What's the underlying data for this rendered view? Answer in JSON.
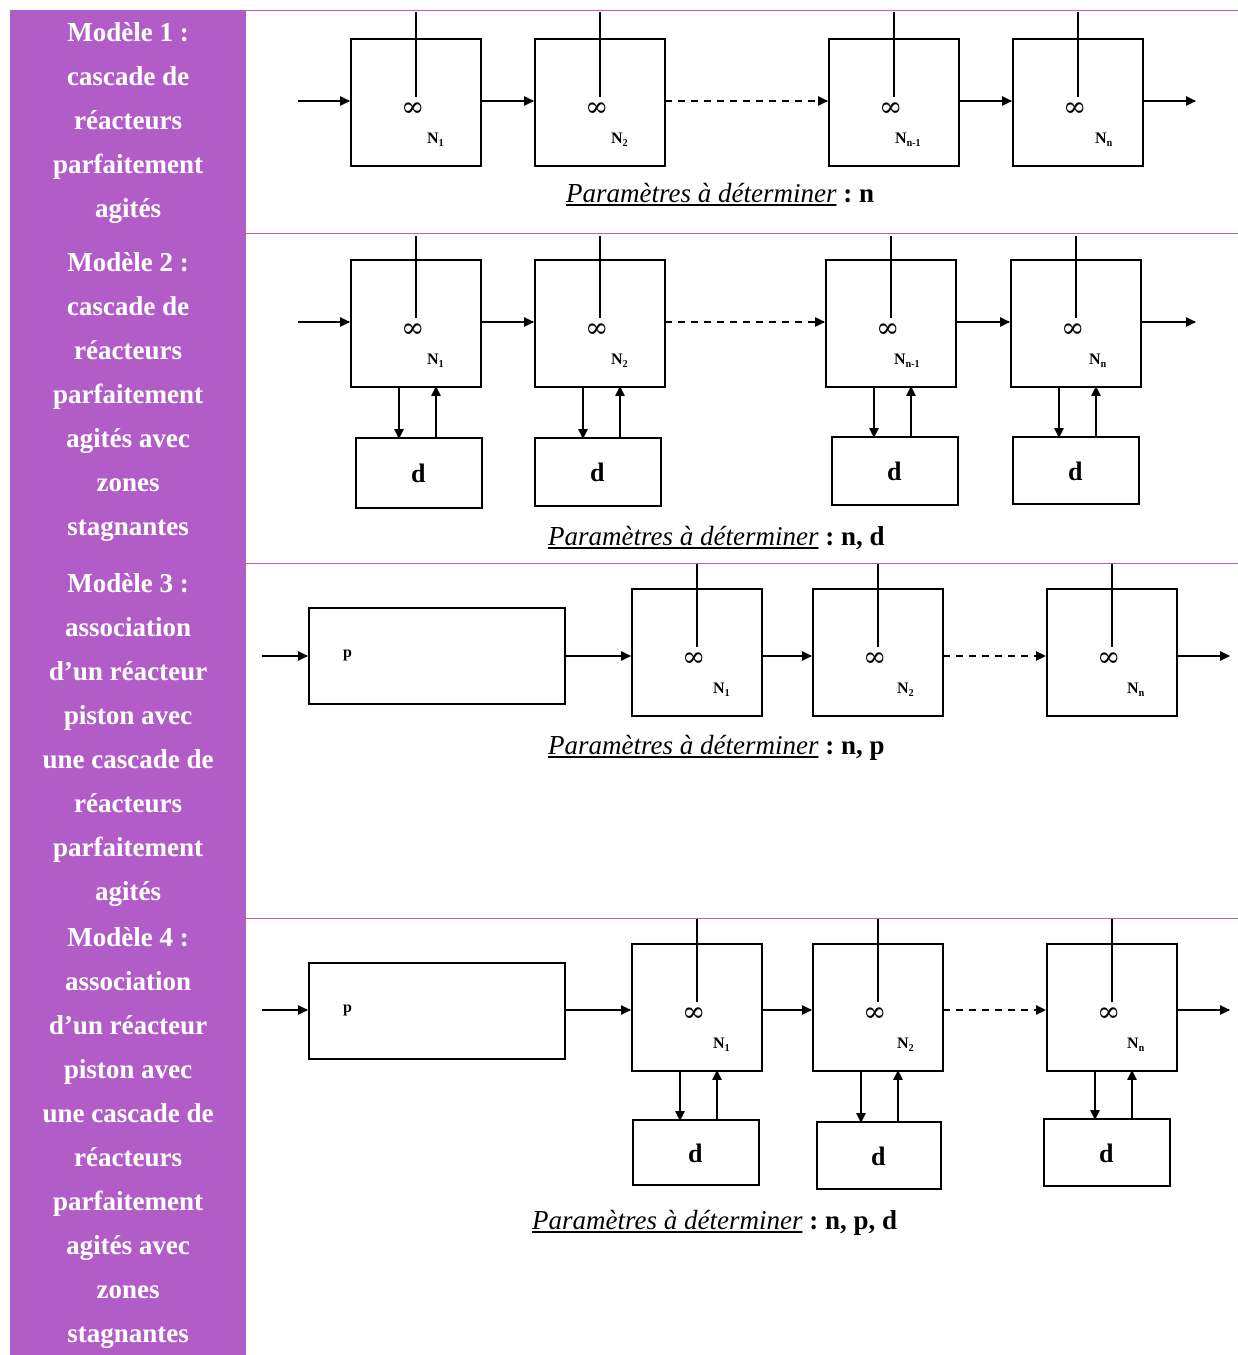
{
  "models": [
    {
      "lines": [
        "Modèle 1 :",
        "cascade de",
        "réacteurs",
        "parfaitement",
        "agités"
      ],
      "params_label": "Paramètres à déterminer",
      "params_values": " : n",
      "reactors": [
        {
          "main": "N",
          "sub": "1"
        },
        {
          "main": "N",
          "sub": "2"
        },
        {
          "main": "N",
          "sub": "n-1"
        },
        {
          "main": "N",
          "sub": "n"
        }
      ]
    },
    {
      "lines": [
        "Modèle 2 :",
        "cascade de",
        "réacteurs",
        "parfaitement",
        "agités avec",
        "zones",
        "stagnantes"
      ],
      "params_label": "Paramètres à déterminer",
      "params_values": " : n, d",
      "reactors": [
        {
          "main": "N",
          "sub": "1"
        },
        {
          "main": "N",
          "sub": "2"
        },
        {
          "main": "N",
          "sub": "n-1"
        },
        {
          "main": "N",
          "sub": "n"
        }
      ],
      "stagnant_label": "d"
    },
    {
      "lines": [
        "Modèle 3 :",
        "association",
        "d’un réacteur",
        "piston avec",
        "une cascade de",
        "réacteurs",
        "parfaitement",
        "agités"
      ],
      "params_label": "Paramètres à déterminer",
      "params_values": " : n, p",
      "plug_label": "p",
      "reactors": [
        {
          "main": "N",
          "sub": "1"
        },
        {
          "main": "N",
          "sub": "2"
        },
        {
          "main": "N",
          "sub": "n"
        }
      ]
    },
    {
      "lines": [
        "Modèle 4 :",
        "association",
        "d’un réacteur",
        "piston avec",
        "une cascade de",
        "réacteurs",
        "parfaitement",
        "agités avec",
        "zones",
        "stagnantes"
      ],
      "params_label": "Paramètres à déterminer",
      "params_values": " : n, p, d",
      "plug_label": "p",
      "reactors": [
        {
          "main": "N",
          "sub": "1"
        },
        {
          "main": "N",
          "sub": "2"
        },
        {
          "main": "N",
          "sub": "n"
        }
      ],
      "stagnant_label": "d"
    }
  ],
  "symbols": {
    "agitator": "∞"
  },
  "colors": {
    "sidebar": "#b25cc8",
    "sidebar_text": "#ffffff",
    "divider": "#b25cc8"
  }
}
